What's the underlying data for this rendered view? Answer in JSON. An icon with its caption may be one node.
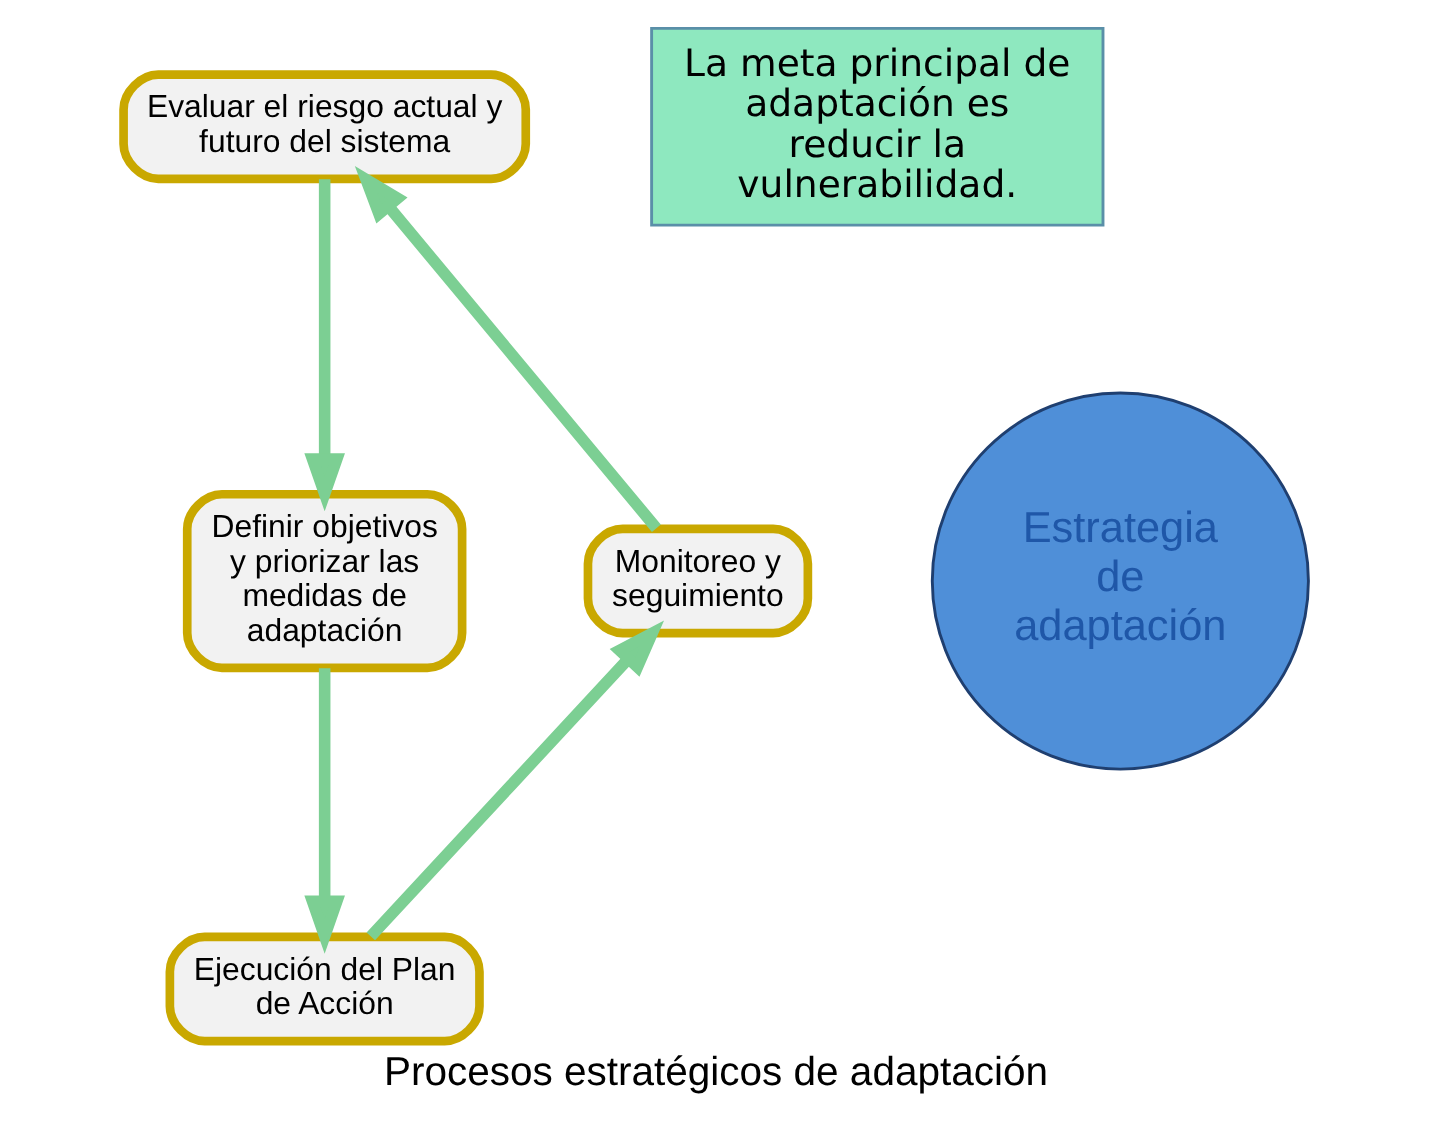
{
  "diagram": {
    "caption": "Procesos estratégicos de adaptación",
    "nodes": [
      {
        "text": [
          "Evaluar el riesgo actual y futuro del sistema"
        ]
      },
      {
        "text": [
          "La meta principal de adaptación es reducir la vulnerabilidad."
        ]
      },
      {
        "text": [
          "Definir objetivos y priorizar las medidas de adaptación"
        ]
      },
      {
        "text": [
          "Estrategia de adaptación"
        ]
      },
      {
        "text": [
          "Monitoreo y seguimiento"
        ]
      },
      {
        "text": [
          "Ejecución del Plan de Acción"
        ]
      }
    ],
    "edges": [
      {
        "from": 0,
        "to": 2,
        "arrow": "to"
      },
      {
        "from": 2,
        "to": 5,
        "arrow": "to"
      },
      {
        "from": 5,
        "to": 4,
        "arrow": "to"
      },
      {
        "from": 4,
        "to": 0,
        "arrow": "to"
      }
    ]
  }
}
